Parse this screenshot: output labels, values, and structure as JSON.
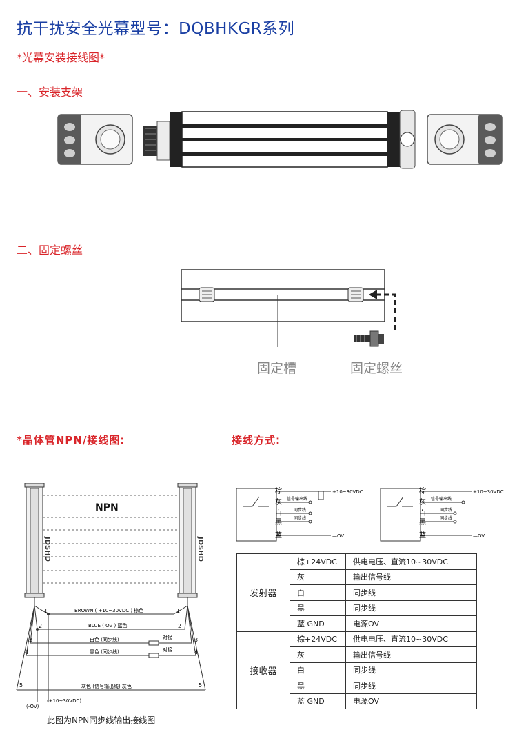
{
  "header": {
    "title": "抗干扰安全光幕型号：DQBHKGR系列",
    "subtitle": "*光幕安装接线图*"
  },
  "sections": {
    "bracket": "一、安装支架",
    "screw": "二、固定螺丝",
    "npn": "*晶体管NPN/接线图:",
    "wiring_mode": "接线方式:"
  },
  "screw_diagram": {
    "slot_label": "固定槽",
    "screw_label": "固定螺丝"
  },
  "npn_diagram": {
    "beam_label": "NPN",
    "brand": "JDSHD",
    "wire_numbers": [
      "1",
      "2",
      "3",
      "4",
      "5"
    ],
    "wire_labels": [
      "BROWN ( +10~30VDC ) 棕色",
      "BLUE ( OV ) 蓝色",
      "白色 (同步线)",
      "黑色 (同步线)",
      "灰色 (信号输出线) 灰色"
    ],
    "pair_label": "对接",
    "neg_label": "(-OV)",
    "pos_label": "(+10~30VDC)",
    "caption": "此图为NPN同步线输出接线图"
  },
  "wiring_schematic": {
    "wires": [
      "棕",
      "灰",
      "白",
      "黑",
      "蓝"
    ],
    "signal_label": "信号输出线",
    "sync_label": "同步线",
    "vplus": "+10~30VDC",
    "vminus": "—OV"
  },
  "spec_table": {
    "groups": [
      {
        "name": "发射器",
        "rows": [
          [
            "棕+24VDC",
            "供电电压、直流10~30VDC"
          ],
          [
            "灰",
            "输出信号线"
          ],
          [
            "白",
            "同步线"
          ],
          [
            "黑",
            "同步线"
          ],
          [
            "蓝 GND",
            "电源OV"
          ]
        ]
      },
      {
        "name": "接收器",
        "rows": [
          [
            "棕+24VDC",
            "供电电压、直流10~30VDC"
          ],
          [
            "灰",
            "输出信号线"
          ],
          [
            "白",
            "同步线"
          ],
          [
            "黑",
            "同步线"
          ],
          [
            "蓝 GND",
            "电源OV"
          ]
        ]
      }
    ]
  }
}
